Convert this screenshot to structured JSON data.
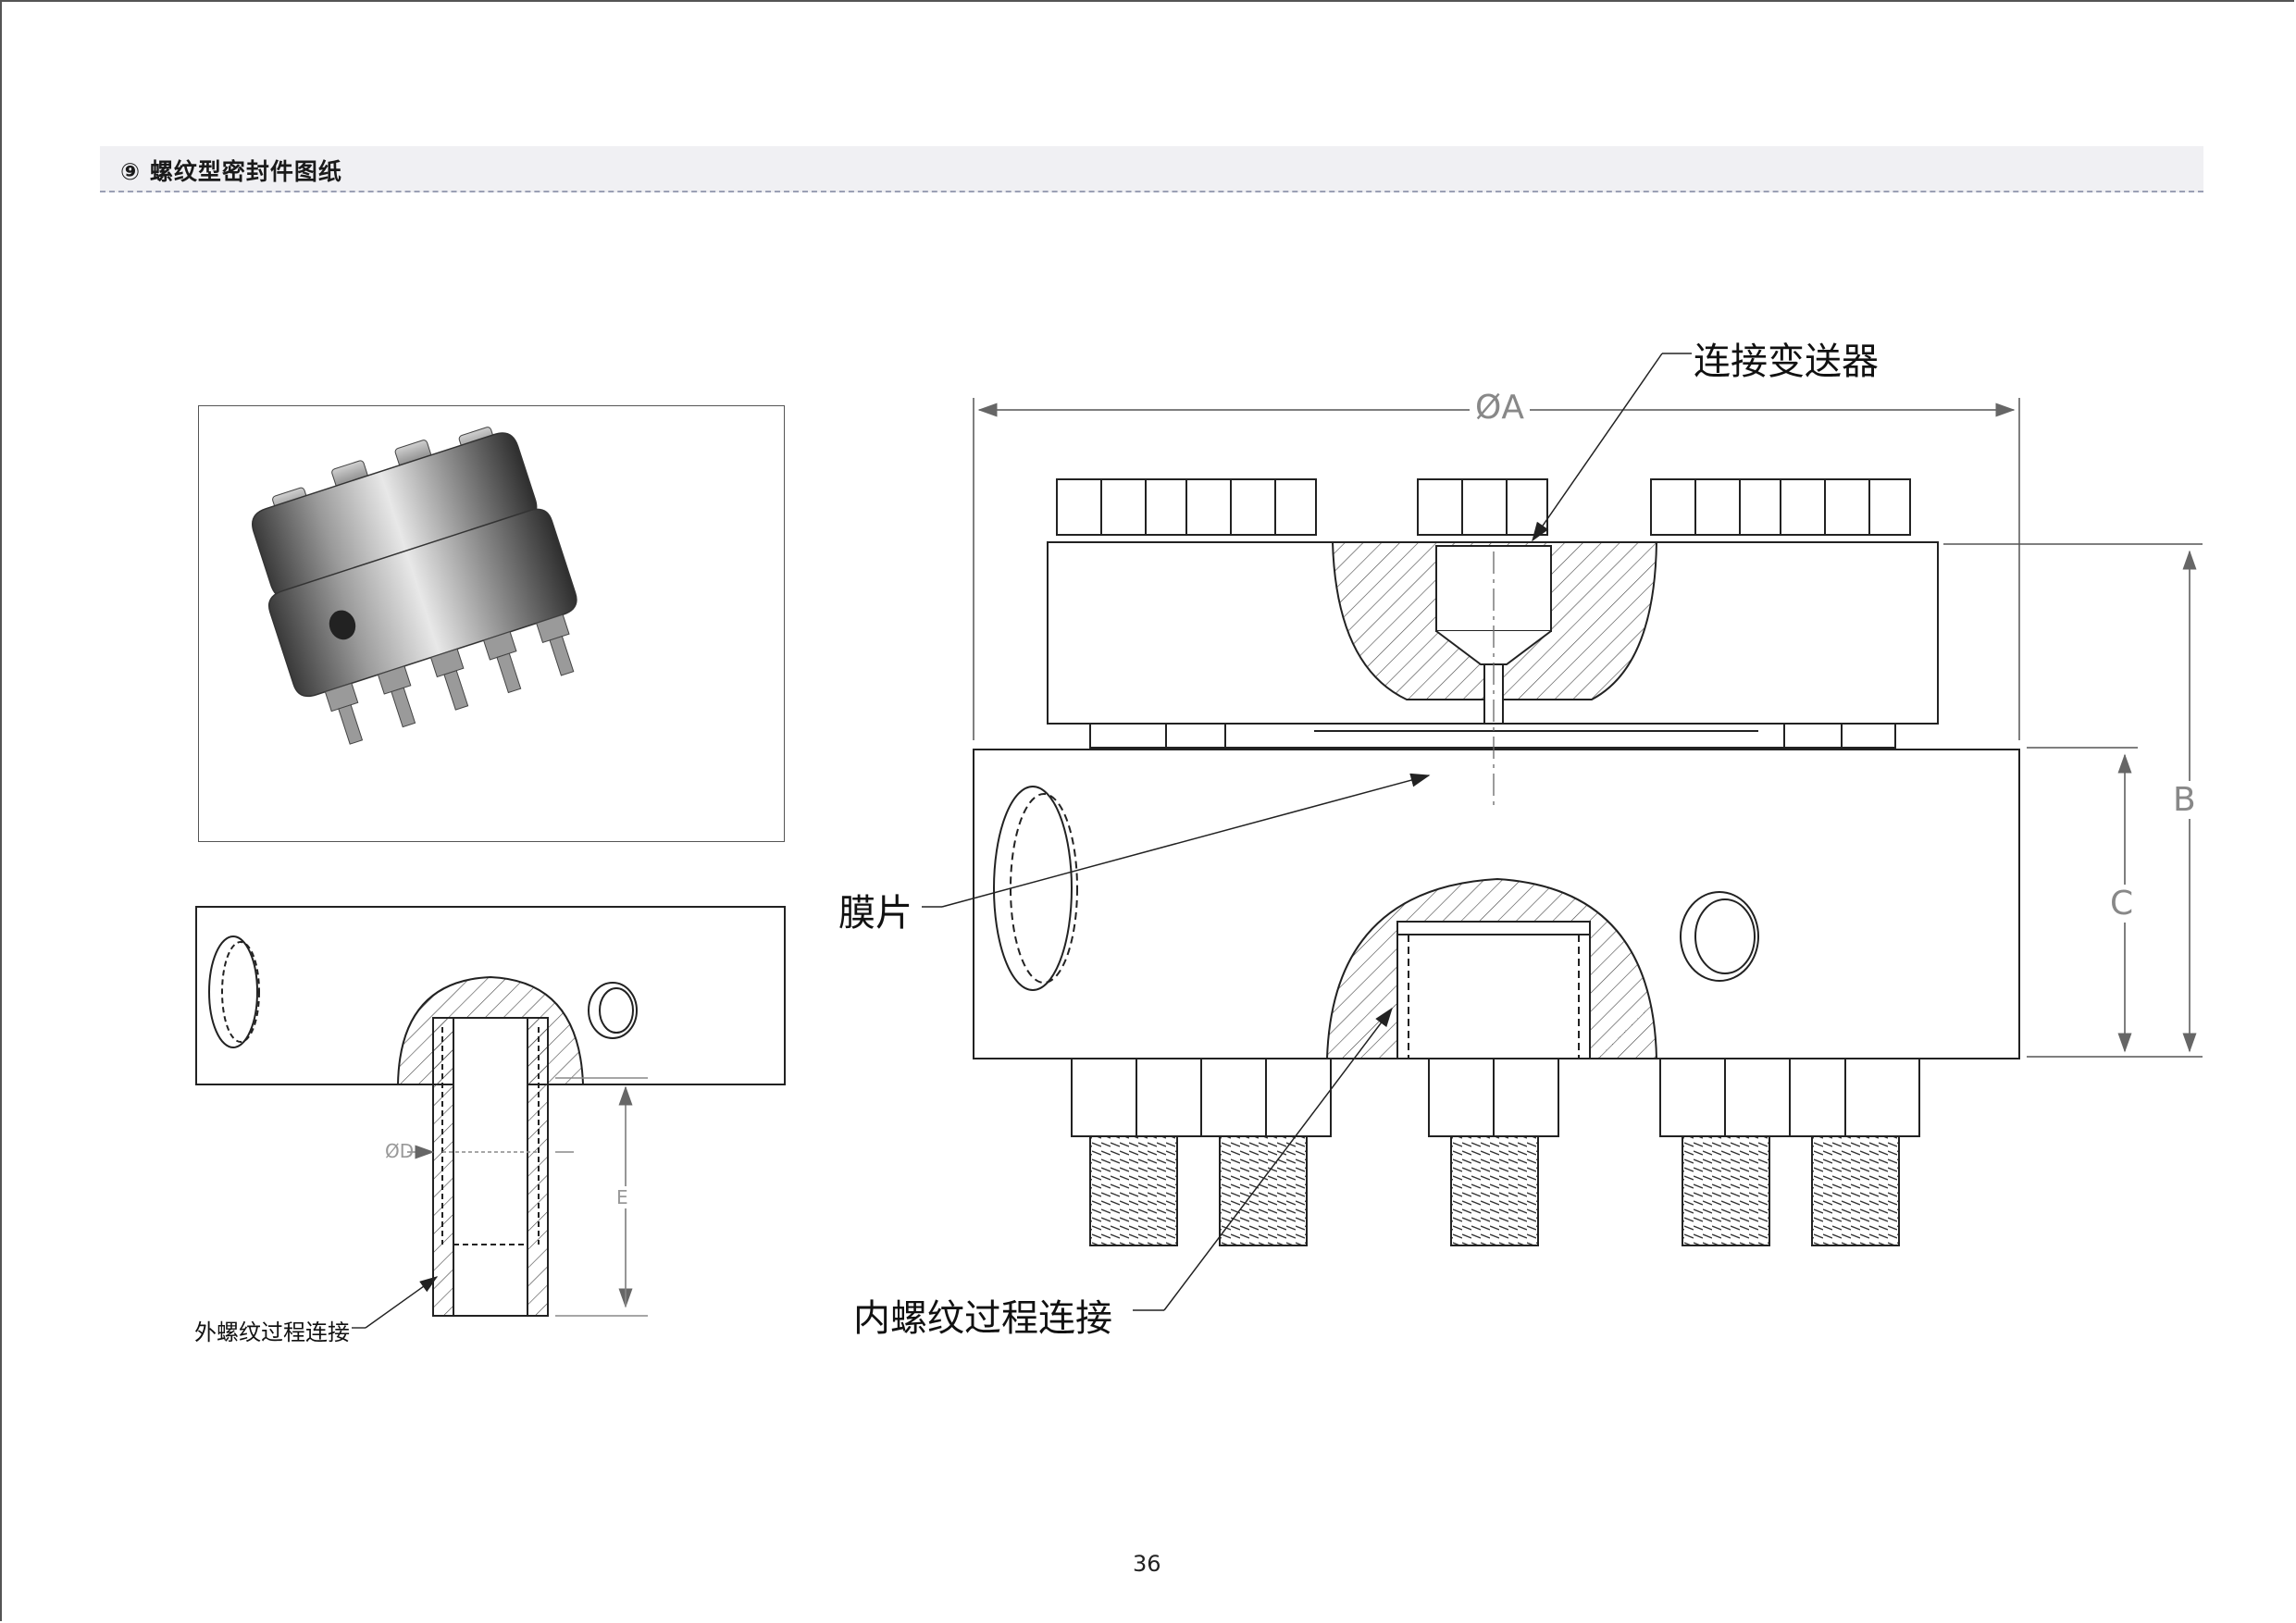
{
  "header": {
    "title": "⑨ 螺纹型密封件图纸"
  },
  "labels": {
    "connect_transmitter": "连接变送器",
    "diaphragm": "膜片",
    "internal_thread": "内螺纹过程连接",
    "external_thread": "外螺纹过程连接"
  },
  "dimensions": {
    "A": "ØA",
    "B": "B",
    "C": "C",
    "D": "ØD",
    "E": "E"
  },
  "footer": {
    "page_number": "36"
  },
  "colors": {
    "header_band": "#f0f0f3",
    "header_rule": "#9aa0b4",
    "line": "#222222",
    "dim_text": "#888888"
  }
}
